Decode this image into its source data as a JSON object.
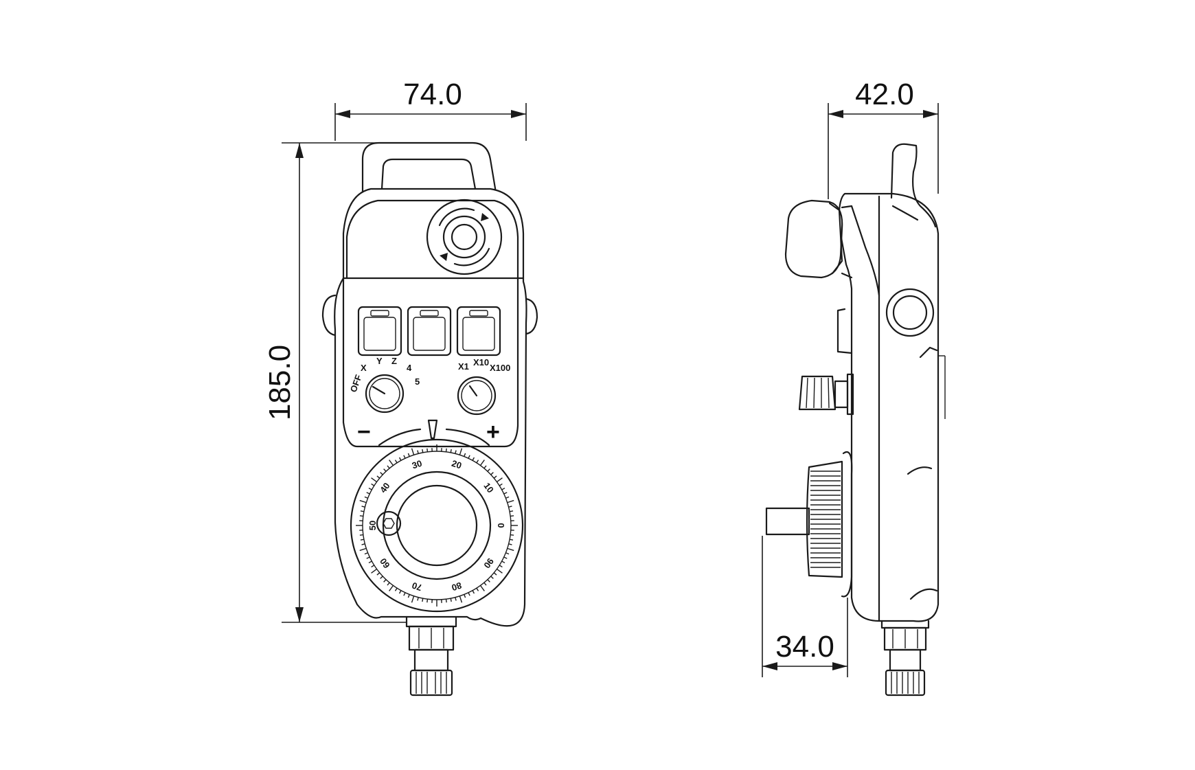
{
  "dimensions": {
    "width_front": "74.0",
    "height_front": "185.0",
    "depth_side": "42.0",
    "depth_lower": "34.0"
  },
  "axis_selector": {
    "labels": [
      "OFF",
      "X",
      "Y",
      "Z",
      "4",
      "5"
    ]
  },
  "step_selector": {
    "labels": [
      "X1",
      "X10",
      "X100"
    ]
  },
  "wheel": {
    "minus_sign": "−",
    "plus_sign": "+",
    "scale_labels": [
      "0",
      "10",
      "20",
      "30",
      "40",
      "50",
      "60",
      "70",
      "80",
      "90"
    ]
  }
}
